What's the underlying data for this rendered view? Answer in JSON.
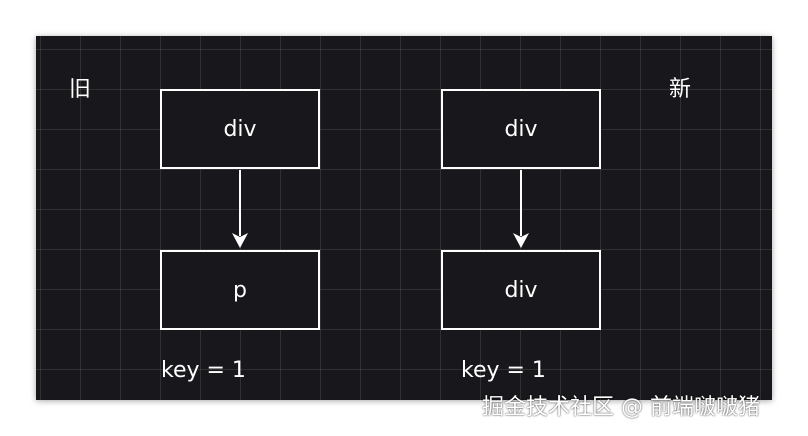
{
  "labels": {
    "old": "旧",
    "new": "新"
  },
  "old_tree": {
    "parent": "div",
    "child": "p",
    "key": "key = 1"
  },
  "new_tree": {
    "parent": "div",
    "child": "div",
    "key": "key = 1"
  },
  "watermark": "掘金技术社区 @ 前端啵啵猪",
  "colors": {
    "canvas_background": "#18171b",
    "foreground": "#ffffff"
  }
}
